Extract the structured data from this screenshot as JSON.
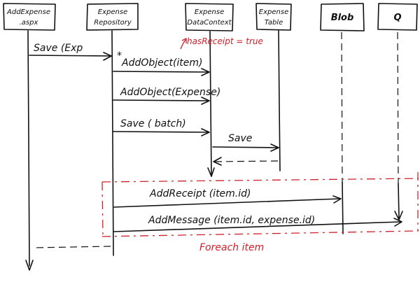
{
  "participants": [
    {
      "id": "addexpense",
      "lines": [
        "AddExpense",
        ".aspx"
      ],
      "style": "normal"
    },
    {
      "id": "repository",
      "lines": [
        "Expense",
        "Repository"
      ],
      "style": "normal"
    },
    {
      "id": "datacontext",
      "lines": [
        "Expense",
        "DataContext"
      ],
      "style": "normal"
    },
    {
      "id": "table",
      "lines": [
        "Expense",
        "Table"
      ],
      "style": "normal"
    },
    {
      "id": "blob",
      "lines": [
        "Blob"
      ],
      "style": "bold"
    },
    {
      "id": "q",
      "lines": [
        "Q"
      ],
      "style": "bold"
    }
  ],
  "messages": [
    {
      "id": "save-exp",
      "label": "Save (Exp"
    },
    {
      "id": "addobject-item",
      "label": "AddObject(item)"
    },
    {
      "id": "addobject-expense",
      "label": "AddObject(Expense)"
    },
    {
      "id": "save-batch",
      "label": "Save ( batch)"
    },
    {
      "id": "save",
      "label": "Save"
    },
    {
      "id": "addreceipt",
      "label": "AddReceipt (item.id)"
    },
    {
      "id": "addmessage",
      "label": "AddMessage (item.id, expense.id)"
    }
  ],
  "annotations": {
    "has_receipt": "hasReceipt = true",
    "asterisk": "*",
    "loop": "Foreach item"
  },
  "colors": {
    "ink": "#111111",
    "annotation": "#d0202a"
  }
}
